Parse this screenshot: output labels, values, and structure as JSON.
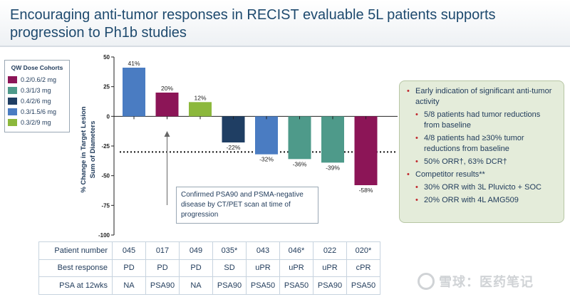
{
  "title": "Encouraging anti-tumor responses in RECIST evaluable 5L patients supports progression to Ph1b studies",
  "legend": {
    "title": "QW Dose Cohorts",
    "items": [
      {
        "label": "0.2/0.6/2 mg",
        "color": "#8c1557"
      },
      {
        "label": "0.3/1/3 mg",
        "color": "#4e9a8a"
      },
      {
        "label": "0.4/2/6 mg",
        "color": "#1f3e63"
      },
      {
        "label": "0.3/1.5/6 mg",
        "color": "#4a7cc2"
      },
      {
        "label": "0.3/2/9 mg",
        "color": "#8cb83c"
      }
    ]
  },
  "chart_data": {
    "type": "bar",
    "title": "",
    "ylabel_line1": "% Change in Target Lesion",
    "ylabel_line2": "Sum of Diameters",
    "ylim": [
      -100,
      50
    ],
    "yticks": [
      "50",
      "25",
      "0",
      "-25",
      "-50",
      "-75",
      "-100"
    ],
    "ytick_values": [
      50,
      25,
      0,
      -25,
      -50,
      -75,
      -100
    ],
    "categories": [
      "045",
      "017",
      "049",
      "035*",
      "043",
      "046*",
      "022",
      "020*"
    ],
    "values": [
      41,
      20,
      12,
      -22,
      -32,
      -36,
      -39,
      -58
    ],
    "value_labels": [
      "41%",
      "20%",
      "12%",
      "-22%",
      "-32%",
      "-36%",
      "-39%",
      "-58%"
    ],
    "colors": [
      "#4a7cc2",
      "#8c1557",
      "#8cb83c",
      "#1f3e63",
      "#4a7cc2",
      "#4e9a8a",
      "#4e9a8a",
      "#8c1557"
    ],
    "threshold": -30
  },
  "annotation": "Confirmed PSA90 and PSMA-negative disease by CT/PET scan at time of progression",
  "sidebox": {
    "items": [
      {
        "text": "Early indication of significant anti-tumor activity",
        "level": 0
      },
      {
        "text": "5/8 patients had tumor reductions from baseline",
        "level": 1
      },
      {
        "text": "4/8 patients had ≥30% tumor reductions from baseline",
        "level": 1
      },
      {
        "text": "50% ORR†, 63% DCR†",
        "level": 1
      },
      {
        "text": "Competitor results**",
        "level": 0
      },
      {
        "text": "30% ORR with 3L Pluvicto + SOC",
        "level": 1
      },
      {
        "text": "20% ORR with 4L AMG509",
        "level": 1
      }
    ]
  },
  "table": {
    "rows": [
      {
        "header": "Patient number",
        "cells": [
          "045",
          "017",
          "049",
          "035*",
          "043",
          "046*",
          "022",
          "020*"
        ]
      },
      {
        "header": "Best response",
        "cells": [
          "PD",
          "PD",
          "PD",
          "SD",
          "uPR",
          "uPR",
          "uPR",
          "cPR"
        ]
      },
      {
        "header": "PSA at 12wks",
        "cells": [
          "NA",
          "PSA90",
          "NA",
          "PSA90",
          "PSA50",
          "PSA50",
          "PSA90",
          "PSA50"
        ]
      }
    ]
  },
  "watermark": "雪球：医药笔记"
}
